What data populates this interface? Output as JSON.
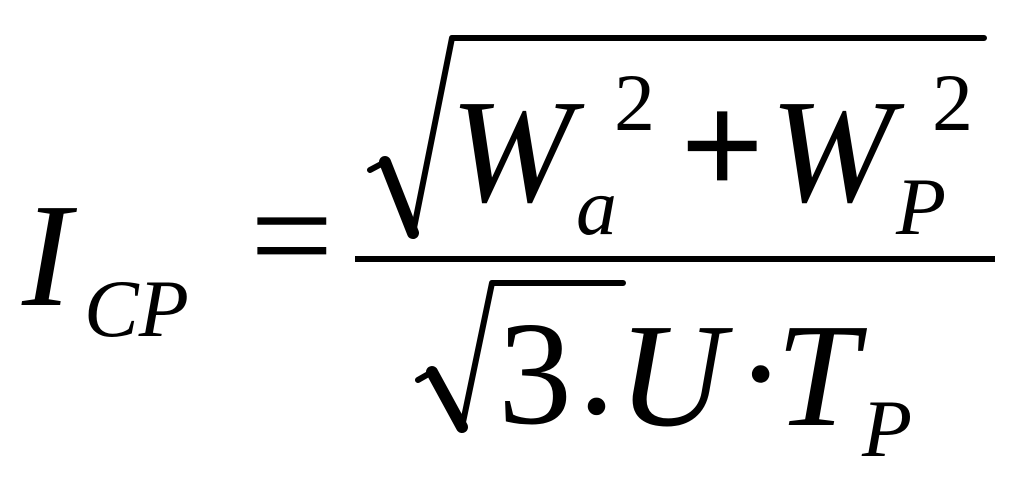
{
  "formula": {
    "lhs": {
      "symbol": "I",
      "subscript": "CP"
    },
    "equals": "=",
    "numerator": {
      "term1": {
        "symbol": "W",
        "subscript": "a",
        "power": "2"
      },
      "operator": "+",
      "term2": {
        "symbol": "W",
        "subscript": "P",
        "power": "2"
      }
    },
    "denominator": {
      "radicand": "3",
      "dot1": ".",
      "voltage": "U",
      "dot2": "·",
      "time": {
        "symbol": "T",
        "subscript": "P"
      }
    }
  }
}
